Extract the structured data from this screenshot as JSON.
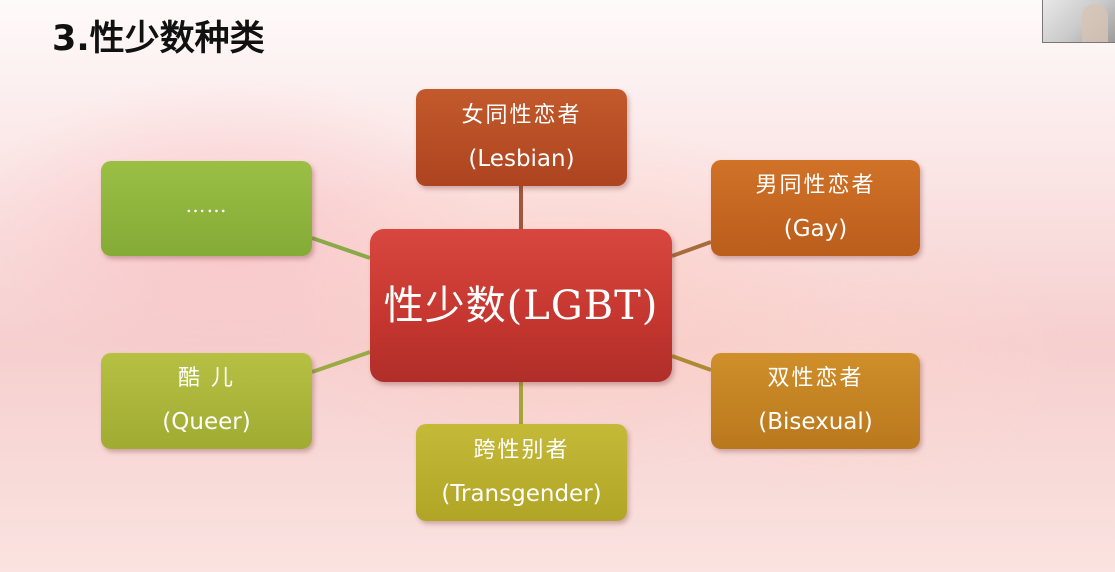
{
  "slide": {
    "title": "3.性少数种类"
  },
  "diagram": {
    "center": {
      "label": "性少数(LGBT)",
      "color": "#c63a33"
    },
    "nodes": [
      {
        "id": "lesbian",
        "cn": "女同性恋者",
        "en": "(Lesbian)",
        "color": "#b54a23"
      },
      {
        "id": "gay",
        "cn": "男同性恋者",
        "en": "(Gay)",
        "color": "#c4641f"
      },
      {
        "id": "bisexual",
        "cn": "双性恋者",
        "en": "(Bisexual)",
        "color": "#c3811f"
      },
      {
        "id": "transgender",
        "cn": "跨性别者",
        "en": "(Transgender)",
        "color": "#b9ac2c"
      },
      {
        "id": "queer",
        "cn": "酷 儿",
        "en": "(Queer)",
        "color": "#a9b43b"
      },
      {
        "id": "more",
        "cn": "……",
        "en": "",
        "color": "#8db43d"
      }
    ]
  }
}
